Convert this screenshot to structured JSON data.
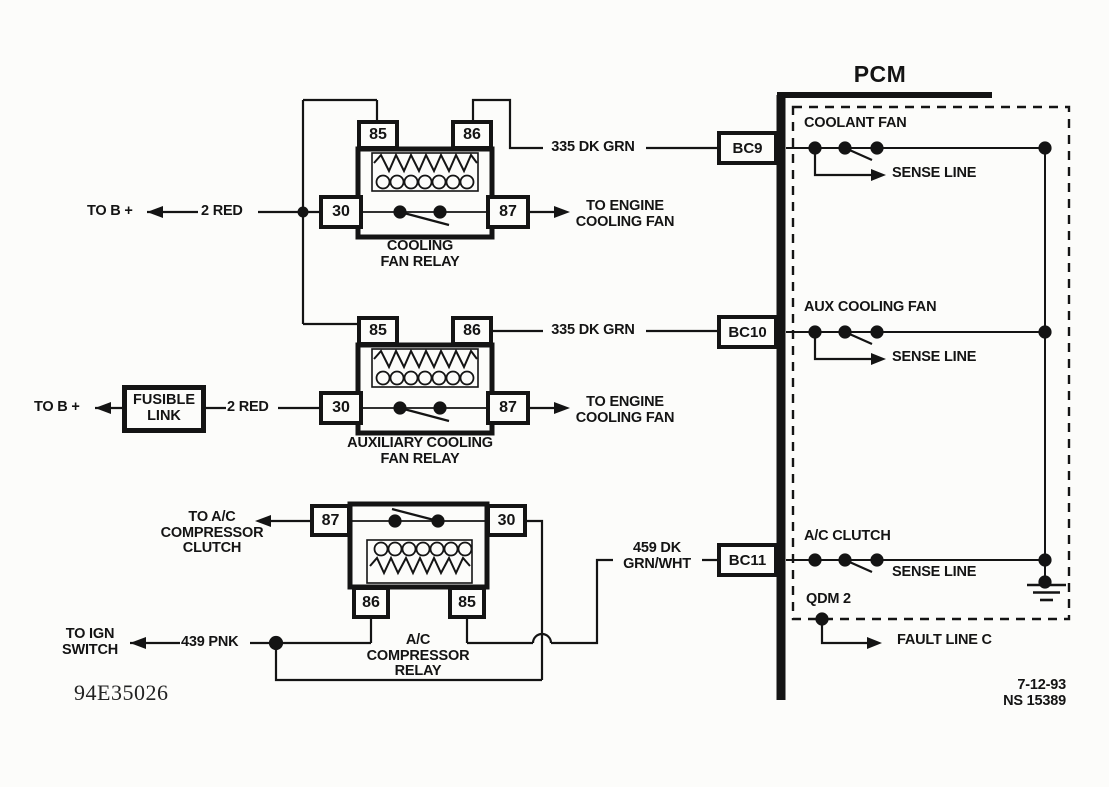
{
  "pcm": {
    "title": "PCM",
    "rows": [
      {
        "connector": "BC9",
        "label": "COOLANT FAN",
        "sense_label": "SENSE LINE"
      },
      {
        "connector": "BC10",
        "label": "AUX COOLING FAN",
        "sense_label": "SENSE LINE"
      },
      {
        "connector": "BC11",
        "label": "A/C CLUTCH",
        "sense_label": "SENSE LINE"
      }
    ],
    "qdm": {
      "label": "QDM 2",
      "fault_label": "FAULT LINE C"
    }
  },
  "relays": [
    {
      "name": "COOLING FAN RELAY",
      "terminals": {
        "t85": "85",
        "t86": "86",
        "t30": "30",
        "t87": "87"
      },
      "coil_wire": "335 DK GRN",
      "output": "TO ENGINE COOLING FAN",
      "supply": "2 RED",
      "supply_dest": "TO B +"
    },
    {
      "name": "AUXILIARY COOLING FAN RELAY",
      "terminals": {
        "t85": "85",
        "t86": "86",
        "t30": "30",
        "t87": "87"
      },
      "coil_wire": "335 DK GRN",
      "output": "TO ENGINE COOLING FAN",
      "supply": "2 RED",
      "supply_dest": "TO B +",
      "fuse": "FUSIBLE LINK"
    },
    {
      "name": "A/C COMPRESSOR RELAY",
      "terminals": {
        "t85": "85",
        "t86": "86",
        "t30": "30",
        "t87": "87"
      },
      "coil_wire": "459 DK GRN/WHT",
      "output": "TO A/C COMPRESSOR CLUTCH",
      "supply": "439 PNK",
      "supply_dest": "TO IGN SWITCH"
    }
  ],
  "footer": {
    "doc_id": "94E35026",
    "date": "7-12-93",
    "ref": "NS 15389"
  }
}
